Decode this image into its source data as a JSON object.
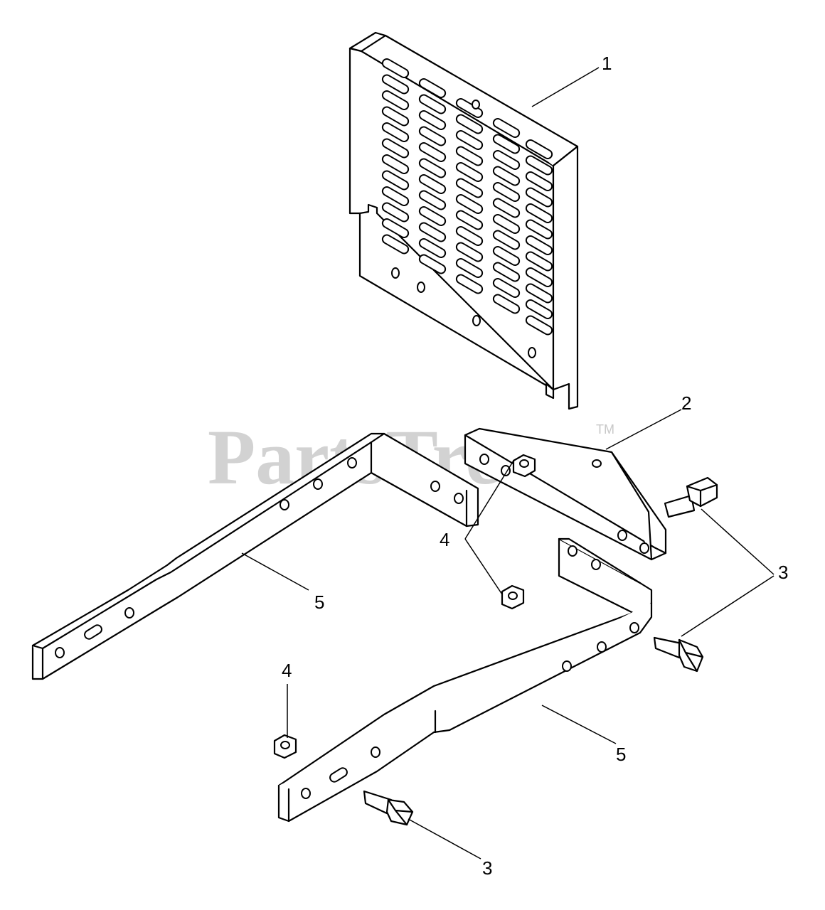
{
  "watermark": {
    "brand": "PartsTree",
    "trademark": "TM"
  },
  "callouts": [
    {
      "id": "c1",
      "label": "1"
    },
    {
      "id": "c2",
      "label": "2"
    },
    {
      "id": "c3a",
      "label": "3"
    },
    {
      "id": "c3b",
      "label": "3"
    },
    {
      "id": "c4a",
      "label": "4"
    },
    {
      "id": "c4b",
      "label": "4"
    },
    {
      "id": "c5a",
      "label": "5"
    },
    {
      "id": "c5b",
      "label": "5"
    }
  ]
}
